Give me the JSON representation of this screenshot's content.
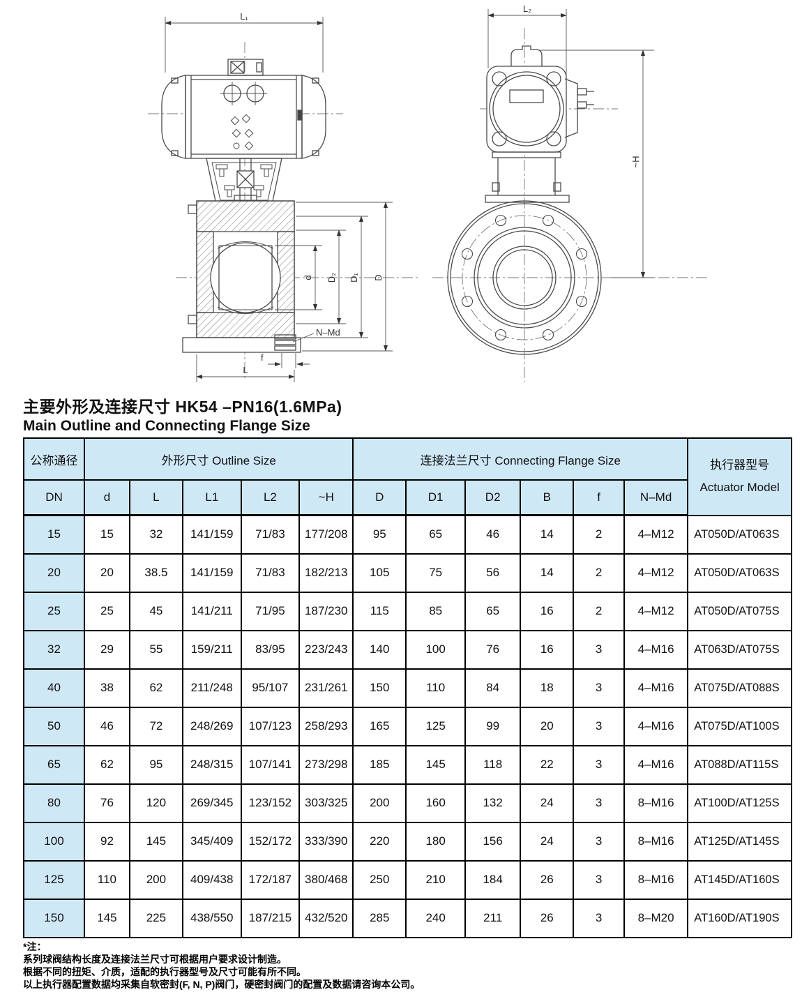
{
  "title": {
    "zh": "主要外形及连接尺寸 HK54 –PN16(1.6MPa)",
    "en": "Main Outline and Connecting Flange Size"
  },
  "drawing": {
    "front": {
      "l1": "L₁",
      "d": "d",
      "d2": "D₂",
      "d1": "D₁",
      "dd": "D",
      "n_md": "N–Md",
      "f": "f",
      "l": "L"
    },
    "side": {
      "l2": "L₂",
      "h": "~H"
    }
  },
  "table": {
    "header": {
      "dn_group": "公称通径",
      "dn": "DN",
      "outline_group": "外形尺寸  Outline Size",
      "flange_group": "连接法兰尺寸  Connecting  Flange Size",
      "actuator_zh": "执行器型号",
      "actuator_en": "Actuator Model",
      "cols": [
        "d",
        "L",
        "L1",
        "L2",
        "~H",
        "D",
        "D1",
        "D2",
        "B",
        "f",
        "N–Md"
      ]
    },
    "rows": [
      {
        "dn": "15",
        "cells": [
          "15",
          "32",
          "141/159",
          "71/83",
          "177/208",
          "95",
          "65",
          "46",
          "14",
          "2",
          "4–M12",
          "AT050D/AT063S"
        ]
      },
      {
        "dn": "20",
        "cells": [
          "20",
          "38.5",
          "141/159",
          "71/83",
          "182/213",
          "105",
          "75",
          "56",
          "14",
          "2",
          "4–M12",
          "AT050D/AT063S"
        ]
      },
      {
        "dn": "25",
        "cells": [
          "25",
          "45",
          "141/211",
          "71/95",
          "187/230",
          "115",
          "85",
          "65",
          "16",
          "2",
          "4–M12",
          "AT050D/AT075S"
        ]
      },
      {
        "dn": "32",
        "cells": [
          "29",
          "55",
          "159/211",
          "83/95",
          "223/243",
          "140",
          "100",
          "76",
          "16",
          "3",
          "4–M16",
          "AT063D/AT075S"
        ]
      },
      {
        "dn": "40",
        "cells": [
          "38",
          "62",
          "211/248",
          "95/107",
          "231/261",
          "150",
          "110",
          "84",
          "18",
          "3",
          "4–M16",
          "AT075D/AT088S"
        ]
      },
      {
        "dn": "50",
        "cells": [
          "46",
          "72",
          "248/269",
          "107/123",
          "258/293",
          "165",
          "125",
          "99",
          "20",
          "3",
          "4–M16",
          "AT075D/AT100S"
        ]
      },
      {
        "dn": "65",
        "cells": [
          "62",
          "95",
          "248/315",
          "107/141",
          "273/298",
          "185",
          "145",
          "118",
          "22",
          "3",
          "4–M16",
          "AT088D/AT115S"
        ]
      },
      {
        "dn": "80",
        "cells": [
          "76",
          "120",
          "269/345",
          "123/152",
          "303/325",
          "200",
          "160",
          "132",
          "24",
          "3",
          "8–M16",
          "AT100D/AT125S"
        ]
      },
      {
        "dn": "100",
        "cells": [
          "92",
          "145",
          "345/409",
          "152/172",
          "333/390",
          "220",
          "180",
          "156",
          "24",
          "3",
          "8–M16",
          "AT125D/AT145S"
        ]
      },
      {
        "dn": "125",
        "cells": [
          "110",
          "200",
          "409/438",
          "172/187",
          "380/468",
          "250",
          "210",
          "184",
          "26",
          "3",
          "8–M16",
          "AT145D/AT160S"
        ]
      },
      {
        "dn": "150",
        "cells": [
          "145",
          "225",
          "438/550",
          "187/215",
          "432/520",
          "285",
          "240",
          "211",
          "26",
          "3",
          "8–M20",
          "AT160D/AT190S"
        ]
      }
    ],
    "colors": {
      "header_bg": "#cfe8f6",
      "border": "#000000"
    }
  },
  "notes": {
    "lines": [
      "*注：",
      "系列球阀结构长度及连接法兰尺寸可根据用户要求设计制造。",
      "根据不同的扭矩、介质，适配的执行器型号及尺寸可能有所不同。",
      "以上执行器配置数据均采集自软密封(F, N, P)阀门，硬密封阀门的配置及数据请咨询本公司。"
    ]
  }
}
